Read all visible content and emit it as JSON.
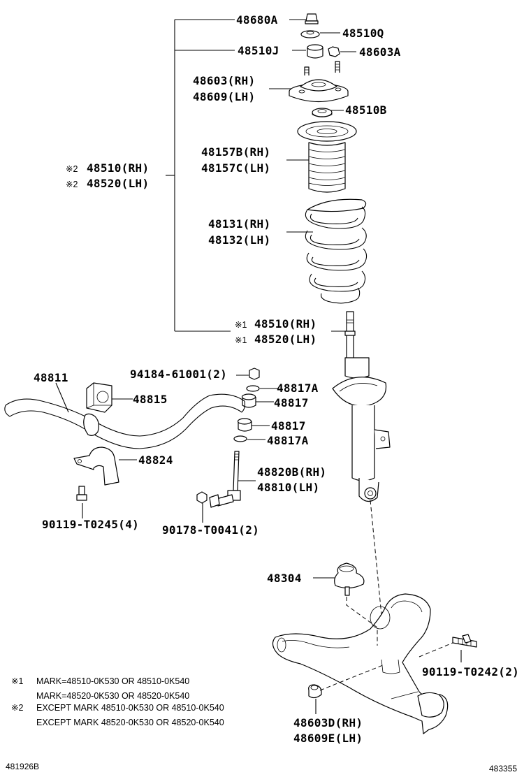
{
  "labels": {
    "p48680A": "48680A",
    "p48510Q": "48510Q",
    "p48510J": "48510J",
    "p48603A": "48603A",
    "p48603RH": "48603(RH)",
    "p48609LH": "48609(LH)",
    "p48510B": "48510B",
    "p48157B": "48157B(RH)",
    "p48157C": "48157C(LH)",
    "p48510RH_2": "48510(RH)",
    "p48520LH_2": "48520(LH)",
    "p48131": "48131(RH)",
    "p48132": "48132(LH)",
    "p48510RH_1": "48510(RH)",
    "p48520LH_1": "48520(LH)",
    "p94184": "94184-61001(2)",
    "p48811": "48811",
    "p48815": "48815",
    "p48817A_top": "48817A",
    "p48817_top": "48817",
    "p48817_bot": "48817",
    "p48817A_bot": "48817A",
    "p48824": "48824",
    "p48820B": "48820B(RH)",
    "p48810": "48810(LH)",
    "p90119_T0245": "90119-T0245(4)",
    "p90178": "90178-T0041(2)",
    "p48304": "48304",
    "p90119_T0242": "90119-T0242(2)",
    "p48603D": "48603D(RH)",
    "p48609E": "48609E(LH)"
  },
  "marks": {
    "m1": "※1",
    "m2": "※2"
  },
  "notes": {
    "n1a": "MARK=48510-0K530 OR 48510-0K540",
    "n1b": "MARK=48520-0K530 OR 48520-0K540",
    "n2a": "EXCEPT MARK 48510-0K530 OR 48510-0K540",
    "n2b": "EXCEPT MARK 48520-0K530 OR 48520-0K540"
  },
  "footer": {
    "left": "481926B",
    "right": "483355"
  }
}
